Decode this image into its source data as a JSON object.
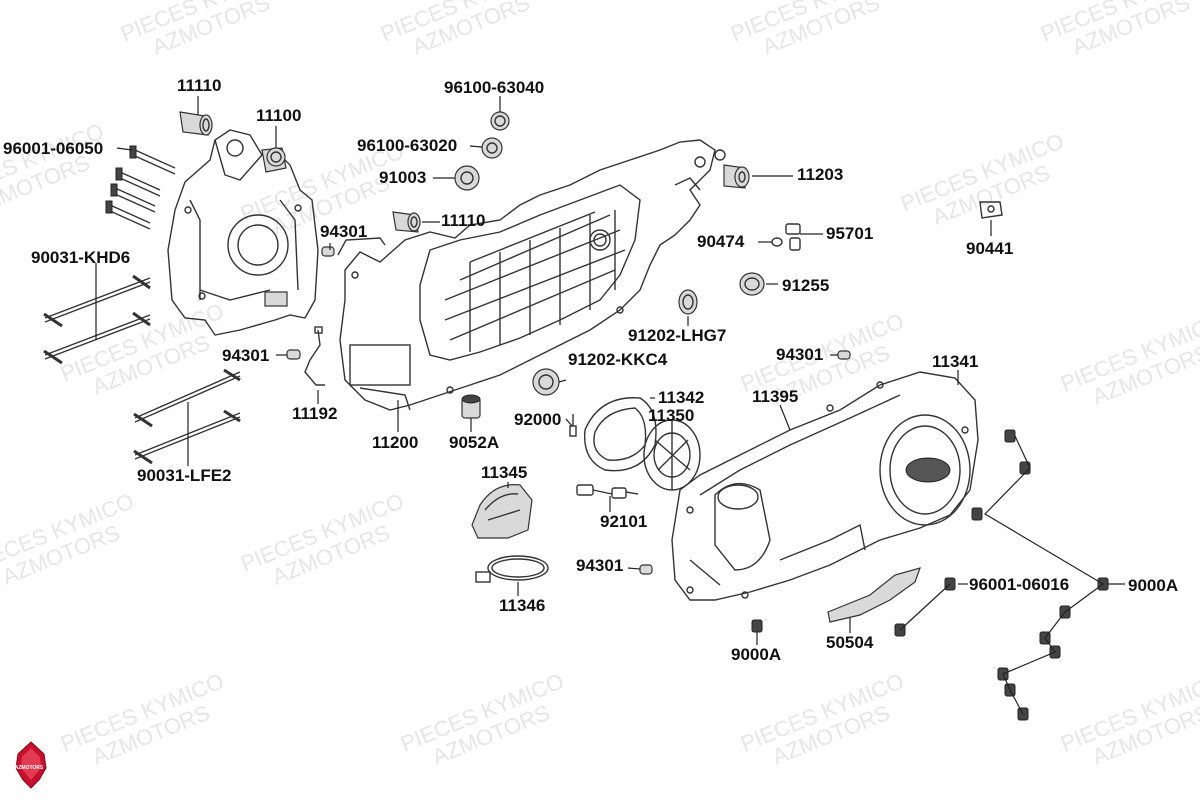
{
  "watermark": {
    "line1": "PIECES KYMICO",
    "line2": "AZMOTORS"
  },
  "logo": {
    "text": "AZMOTORS",
    "color": "#c8102e"
  },
  "labels": {
    "p11110_top": "11110",
    "p11100": "11100",
    "p96001_06050": "96001-06050",
    "p96100_63040": "96100-63040",
    "p96100_63020": "96100-63020",
    "p91003": "91003",
    "p11203": "11203",
    "p94301_a": "94301",
    "p11110_mid": "11110",
    "p90474": "90474",
    "p95701": "95701",
    "p90441": "90441",
    "p90031_khd6": "90031-KHD6",
    "p91255": "91255",
    "p91202_lhg7": "91202-LHG7",
    "p94301_b": "94301",
    "p91202_kkc4": "91202-KKC4",
    "p94301_c": "94301",
    "p11341": "11341",
    "p11192": "11192",
    "p11342": "11342",
    "p11395": "11395",
    "p92000": "92000",
    "p11350": "11350",
    "p11200": "11200",
    "p9052a": "9052A",
    "p90031_lfe2": "90031-LFE2",
    "p11345": "11345",
    "p92101": "92101",
    "p94301_d": "94301",
    "p96001_06016": "96001-06016",
    "p9000a_right": "9000A",
    "p11346": "11346",
    "p9000a_bottom": "9000A",
    "p50504": "50504"
  }
}
